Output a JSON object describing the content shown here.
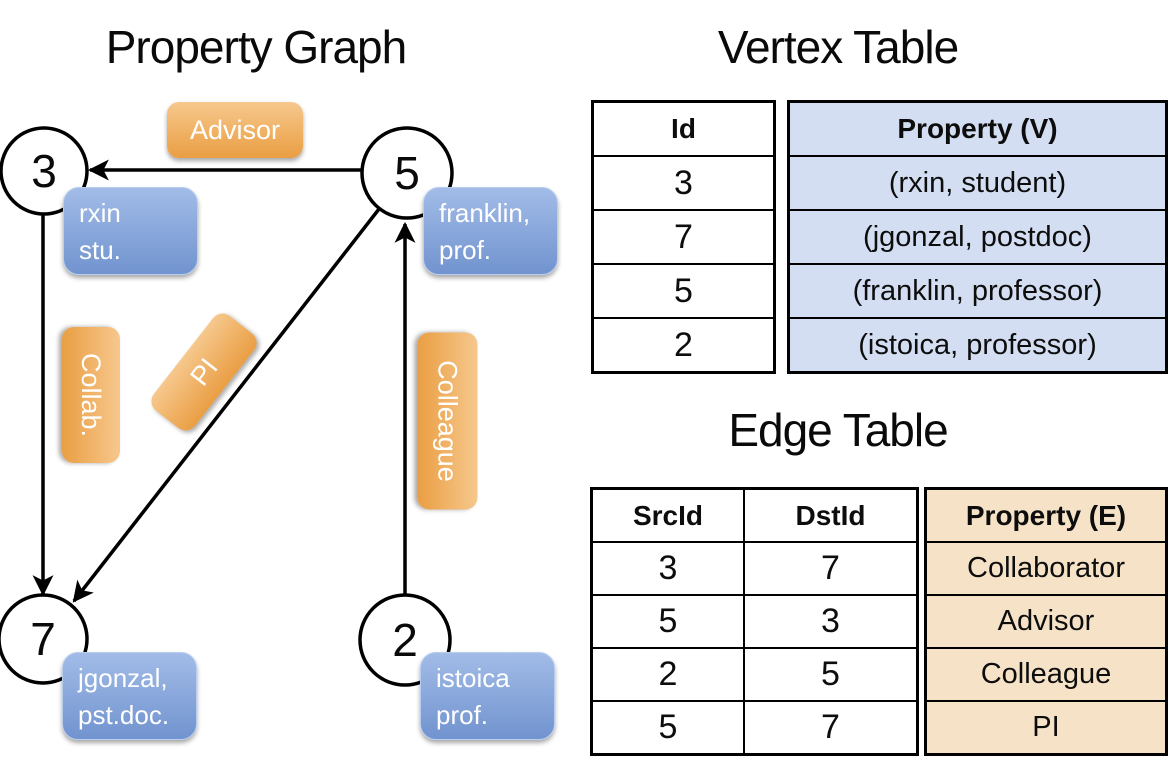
{
  "colors": {
    "node_box_blue_top": "#a2bce7",
    "node_box_blue_bottom": "#7193cf",
    "edge_box_orange_top": "#f6c88d",
    "edge_box_orange_bottom": "#ea9e43",
    "vertex_property_fill": "#d3def2",
    "edge_property_fill": "#f6e2c7",
    "line_color": "#000000",
    "label_text": "#ffffff"
  },
  "graph": {
    "title": "Property Graph",
    "nodes": [
      {
        "id": "3",
        "property_line1": "rxin",
        "property_line2": "stu."
      },
      {
        "id": "5",
        "property_line1": "franklin,",
        "property_line2": "prof."
      },
      {
        "id": "7",
        "property_line1": "jgonzal,",
        "property_line2": "pst.doc."
      },
      {
        "id": "2",
        "property_line1": "istoica",
        "property_line2": "prof."
      }
    ],
    "edges": [
      {
        "src": "5",
        "dst": "3",
        "label": "Advisor"
      },
      {
        "src": "3",
        "dst": "7",
        "label": "Collab."
      },
      {
        "src": "5",
        "dst": "7",
        "label": "PI"
      },
      {
        "src": "2",
        "dst": "5",
        "label": "Colleague"
      }
    ]
  },
  "vertex_table": {
    "title": "Vertex Table",
    "headers": {
      "id": "Id",
      "property": "Property (V)"
    },
    "rows": [
      {
        "id": "3",
        "property": "(rxin, student)"
      },
      {
        "id": "7",
        "property": "(jgonzal, postdoc)"
      },
      {
        "id": "5",
        "property": "(franklin, professor)"
      },
      {
        "id": "2",
        "property": "(istoica, professor)"
      }
    ]
  },
  "edge_table": {
    "title": "Edge Table",
    "headers": {
      "src": "SrcId",
      "dst": "DstId",
      "property": "Property (E)"
    },
    "rows": [
      {
        "src": "3",
        "dst": "7",
        "property": "Collaborator"
      },
      {
        "src": "5",
        "dst": "3",
        "property": "Advisor"
      },
      {
        "src": "2",
        "dst": "5",
        "property": "Colleague"
      },
      {
        "src": "5",
        "dst": "7",
        "property": "PI"
      }
    ]
  }
}
